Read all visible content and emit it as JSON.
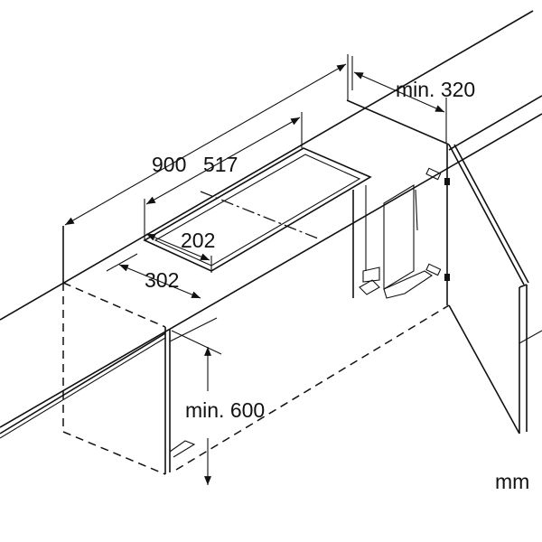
{
  "dimensions": {
    "width_total": "900",
    "cutout_width": "517",
    "cutout_depth": "202",
    "depth_offset": "302",
    "side_clearance": "min. 320",
    "cabinet_height": "min. 600"
  },
  "unit": "mm",
  "colors": {
    "line": "#111111",
    "background": "#ffffff"
  }
}
